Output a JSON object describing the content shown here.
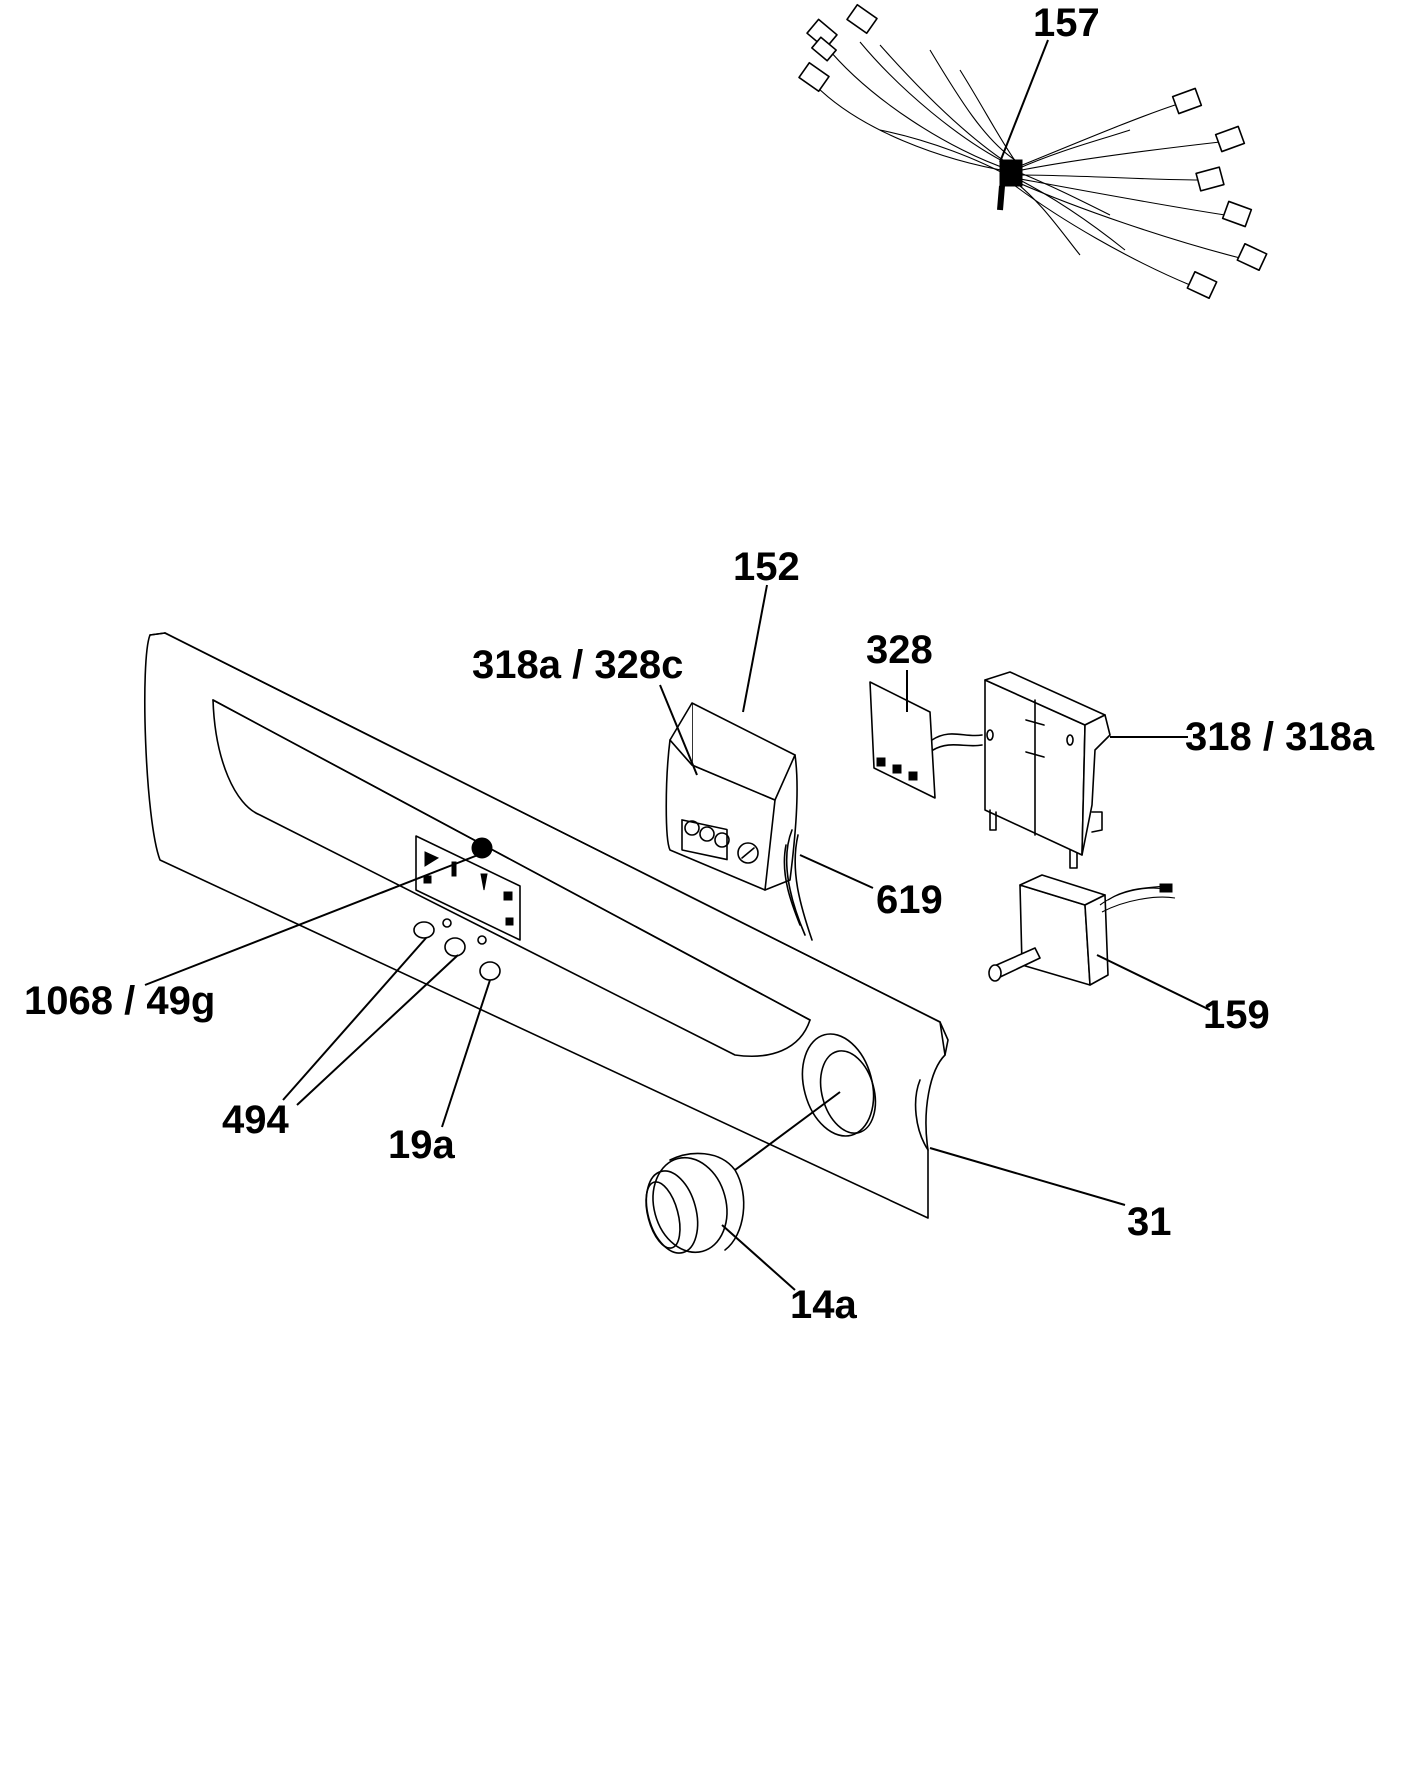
{
  "labels": {
    "p157": "157",
    "p152": "152",
    "p318a_328c": "318a / 328c",
    "p328": "328",
    "p318_318a": "318 / 318a",
    "p619": "619",
    "p1068_49g": "1068 / 49g",
    "p159": "159",
    "p494": "494",
    "p19a": "19a",
    "p31": "31",
    "p14a": "14a"
  },
  "colors": {
    "line": "#000000",
    "background": "#ffffff"
  }
}
